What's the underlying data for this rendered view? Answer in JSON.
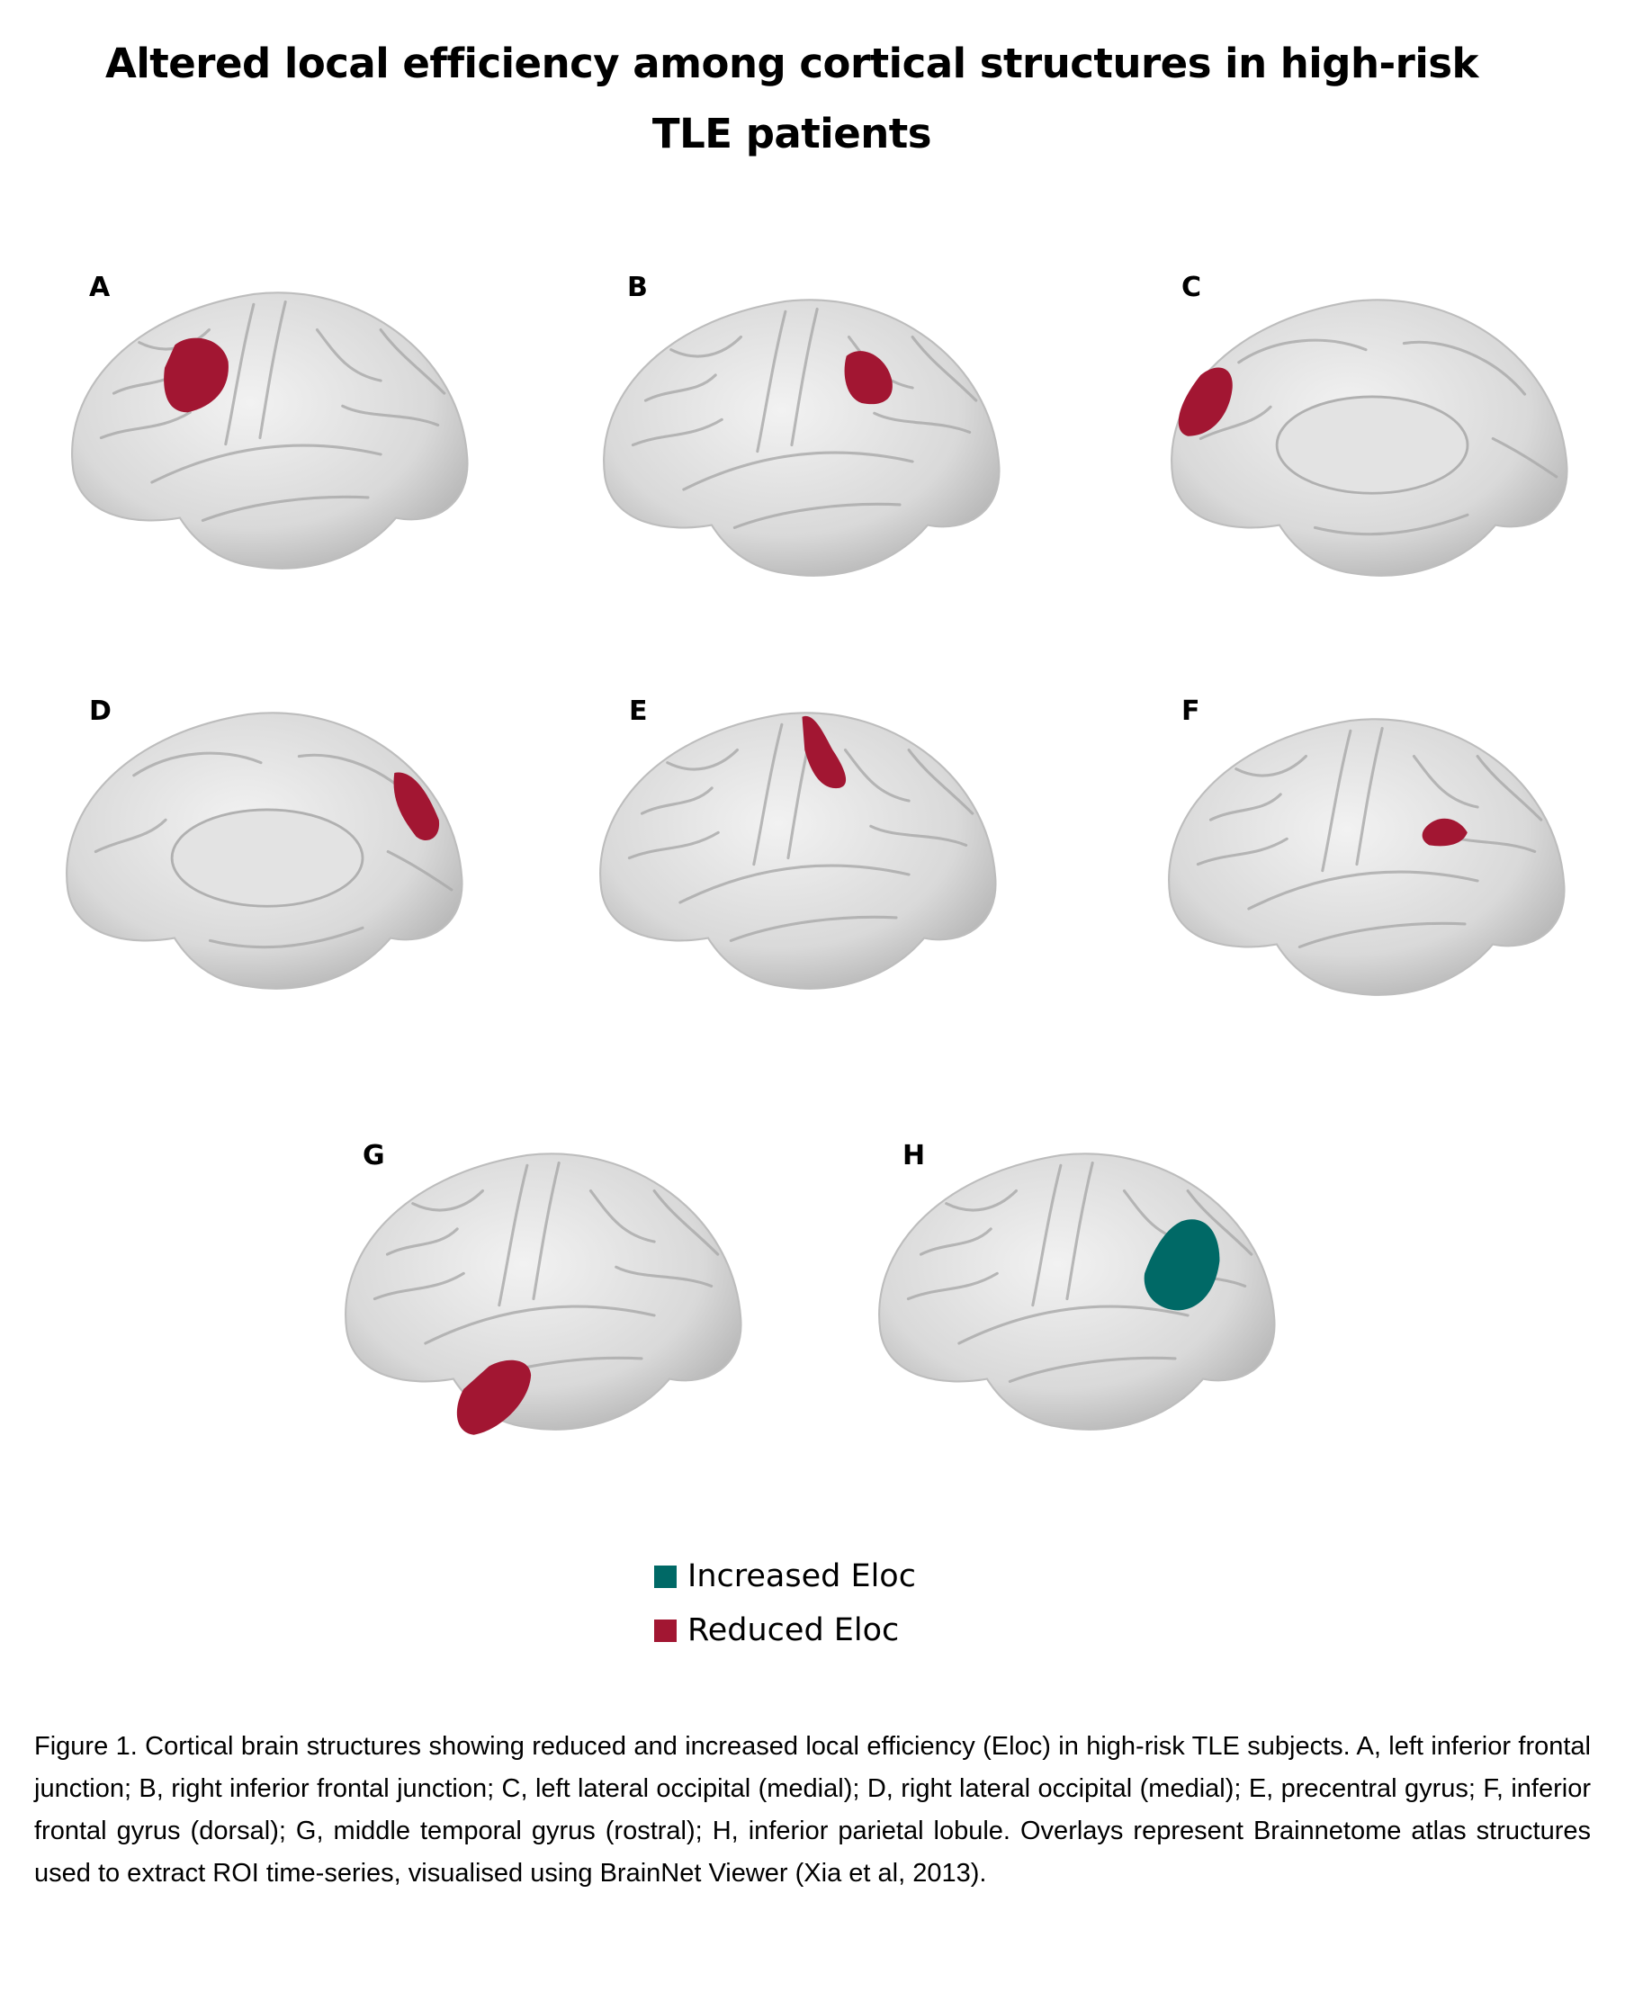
{
  "title": {
    "line1": "Altered local efficiency among cortical structures in high-risk",
    "line2": "TLE patients"
  },
  "panels": [
    {
      "label": "A",
      "view": "lateral",
      "effect": "reduced"
    },
    {
      "label": "B",
      "view": "lateral",
      "effect": "reduced"
    },
    {
      "label": "C",
      "view": "medial",
      "effect": "reduced"
    },
    {
      "label": "D",
      "view": "medial",
      "effect": "reduced"
    },
    {
      "label": "E",
      "view": "lateral",
      "effect": "reduced"
    },
    {
      "label": "F",
      "view": "lateral",
      "effect": "reduced"
    },
    {
      "label": "G",
      "view": "lateral",
      "effect": "reduced"
    },
    {
      "label": "H",
      "view": "lateral",
      "effect": "increased"
    }
  ],
  "legend": {
    "increased": {
      "label": "Increased Eloc",
      "color": "#006966"
    },
    "reduced": {
      "label": "Reduced Eloc",
      "color": "#A21632"
    }
  },
  "caption": "Figure 1. Cortical brain structures showing reduced and increased local efficiency (Eloc) in high-risk TLE subjects. A, left inferior frontal junction; B, right inferior frontal junction; C, left lateral occipital (medial); D, right lateral occipital (medial); E, precentral gyrus; F, inferior frontal gyrus (dorsal); G, middle temporal gyrus (rostral); H, inferior parietal lobule. Overlays represent Brainnetome atlas structures used to extract ROI time-series, visualised using BrainNet Viewer (Xia et al, 2013)."
}
